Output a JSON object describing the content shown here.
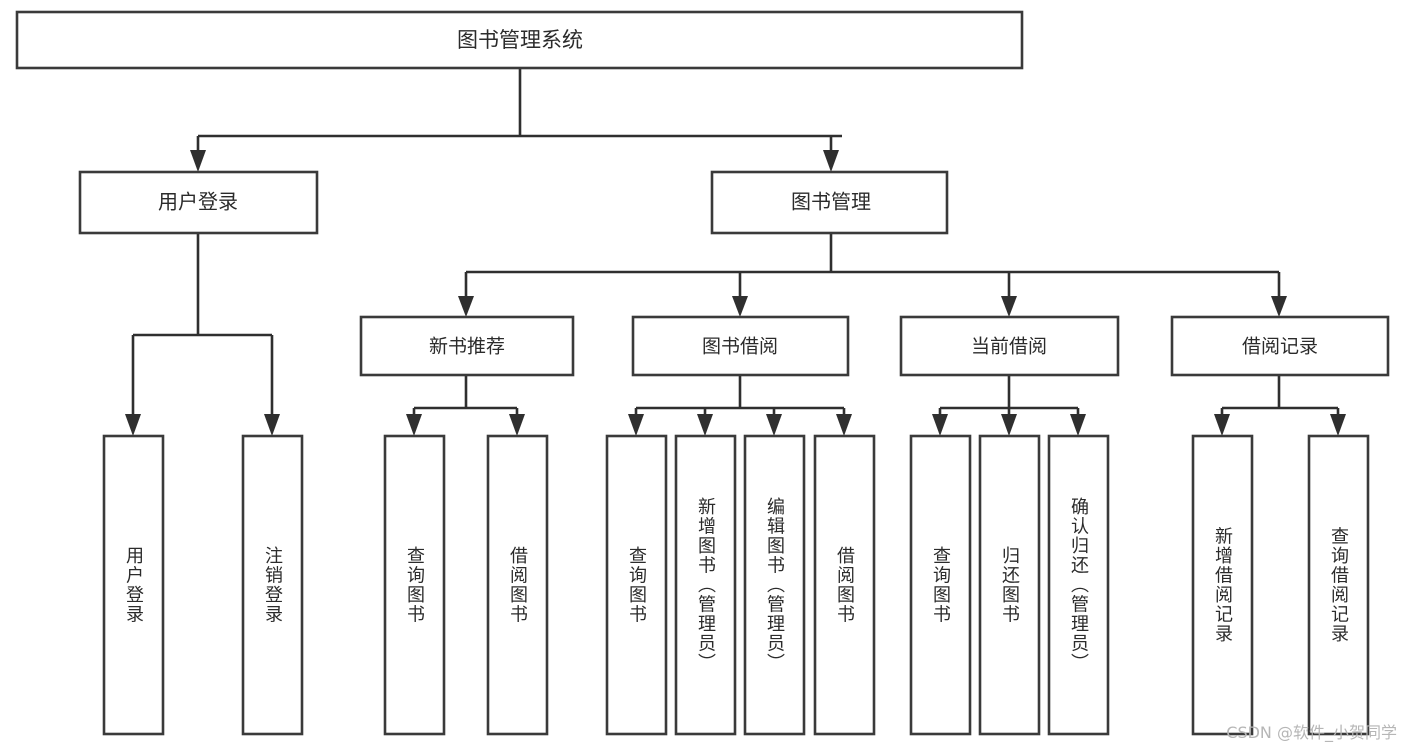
{
  "diagram": {
    "title": "图书管理系统",
    "watermark": "CSDN @软件_小贺同学",
    "colors": {
      "box_stroke": "#3a3a3a",
      "connector": "#2f2f2f",
      "box_fill": "#ffffff",
      "text": "#2b2b2b",
      "watermark": "#b6b6b6",
      "background": "#ffffff"
    },
    "root": {
      "label": "图书管理系统"
    },
    "level2": [
      {
        "label": "用户登录"
      },
      {
        "label": "图书管理"
      }
    ],
    "level3": [
      {
        "label": "新书推荐"
      },
      {
        "label": "图书借阅"
      },
      {
        "label": "当前借阅"
      },
      {
        "label": "借阅记录"
      }
    ],
    "leaves": {
      "user_login": [
        {
          "label": "用户登录"
        },
        {
          "label": "注销登录"
        }
      ],
      "new_book_recommend": [
        {
          "label": "查询图书"
        },
        {
          "label": "借阅图书"
        }
      ],
      "book_borrow": [
        {
          "label": "查询图书"
        },
        {
          "label": "新增图书（管理员）"
        },
        {
          "label": "编辑图书（管理员）"
        },
        {
          "label": "借阅图书"
        }
      ],
      "current_borrow": [
        {
          "label": "查询图书"
        },
        {
          "label": "归还图书"
        },
        {
          "label": "确认归还（管理员）"
        }
      ],
      "borrow_record": [
        {
          "label": "新增借阅记录"
        },
        {
          "label": "查询借阅记录"
        }
      ]
    }
  }
}
